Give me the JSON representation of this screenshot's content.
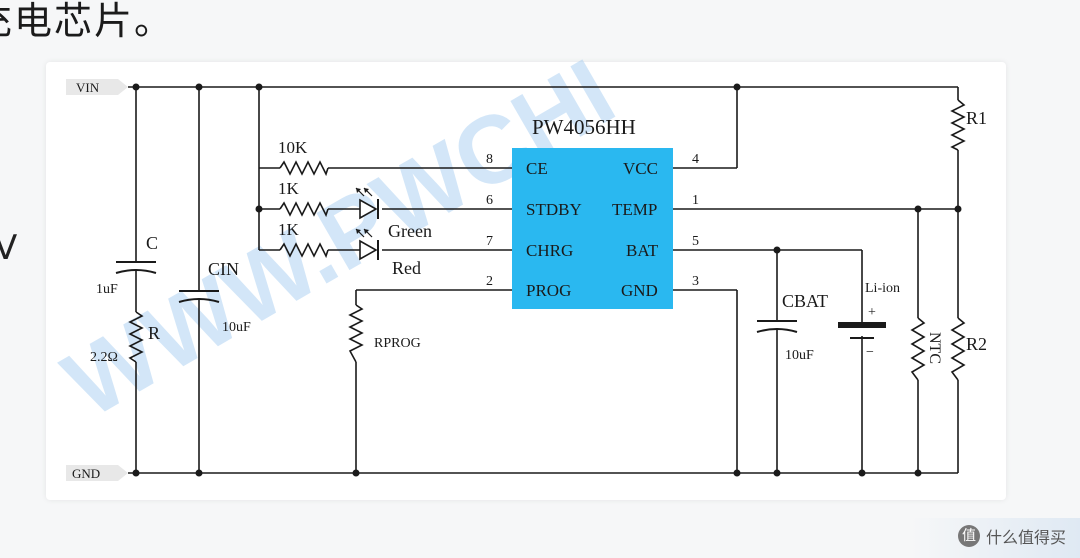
{
  "page": {
    "heading": "充电芯片。",
    "side_char": "V",
    "footer_text": "什么值得买",
    "footer_logo": "值"
  },
  "diagram": {
    "watermark": "WWW.PWCHI",
    "chip_name": "PW4056HH",
    "chip_color": "#2ab8f0",
    "rail_vin": "VIN",
    "rail_gnd": "GND",
    "pins_left": [
      {
        "num": "8",
        "name": "CE"
      },
      {
        "num": "6",
        "name": "STDBY"
      },
      {
        "num": "7",
        "name": "CHRG"
      },
      {
        "num": "2",
        "name": "PROG"
      }
    ],
    "pins_right": [
      {
        "num": "4",
        "name": "VCC"
      },
      {
        "num": "1",
        "name": "TEMP"
      },
      {
        "num": "5",
        "name": "BAT"
      },
      {
        "num": "3",
        "name": "GND"
      }
    ],
    "labels": {
      "r_10k": "10K",
      "r_1k_a": "1K",
      "r_1k_b": "1K",
      "led_green": "Green",
      "led_red": "Red",
      "cap_c": "C",
      "cap_c_val": "1uF",
      "res_r": "R",
      "res_r_val": "2.2Ω",
      "cap_cin": "CIN",
      "cap_cin_val": "10uF",
      "rprog": "RPROG",
      "cbat": "CBAT",
      "cbat_val": "10uF",
      "battery": "Li-ion",
      "bat_plus": "+",
      "bat_minus": "−",
      "r1": "R1",
      "r2": "R2",
      "ntc": "NTC"
    }
  }
}
